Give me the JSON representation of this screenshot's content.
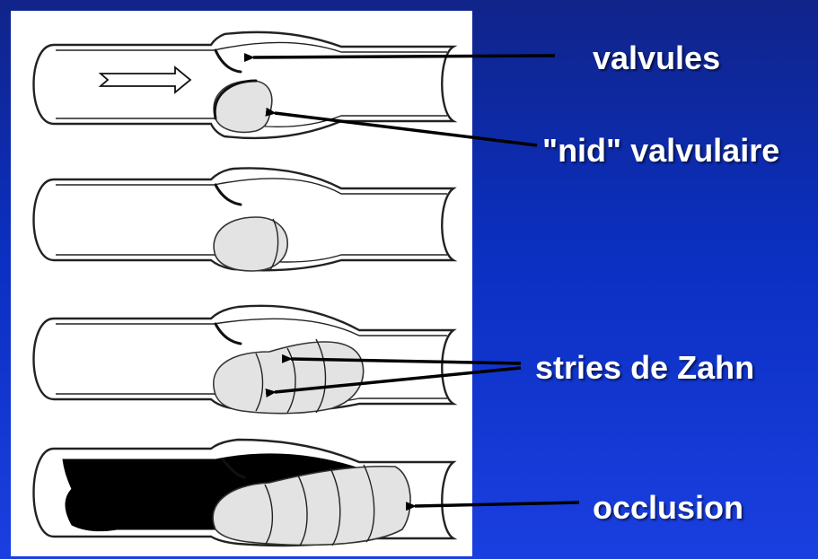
{
  "labels": {
    "valvules": "valvules",
    "nid": "\"nid\" valvulaire",
    "stries": "stries de Zahn",
    "occlusion": "occlusion"
  },
  "colors": {
    "background": "#0b2fc0",
    "panel": "#ffffff",
    "label_text": "#ffffff",
    "clot_fill": "#e3e3e3",
    "occlusion_fill": "#000000"
  }
}
